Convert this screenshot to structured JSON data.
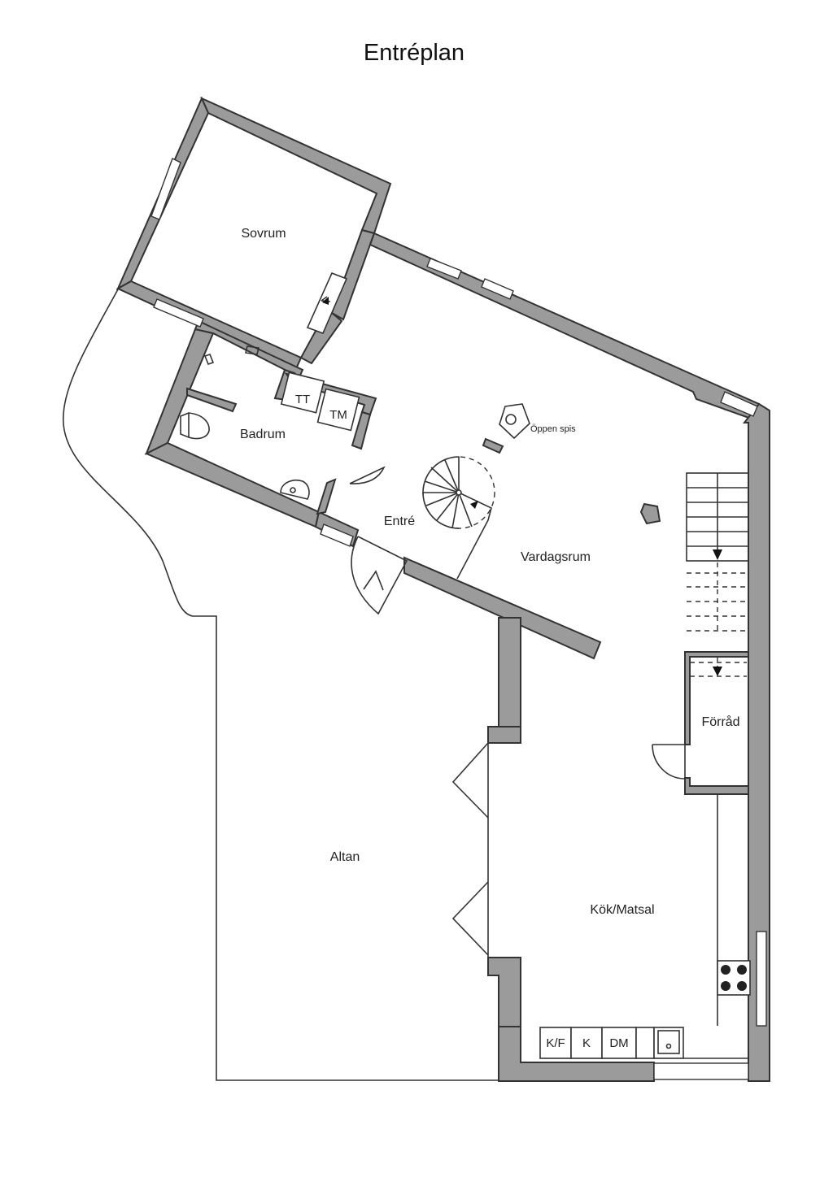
{
  "title": "Entréplan",
  "rooms": {
    "sovrum": "Sovrum",
    "badrum": "Badrum",
    "entre": "Entré",
    "vardagsrum": "Vardagsrum",
    "forrad": "Förråd",
    "altan": "Altan",
    "kok": "Kök/Matsal",
    "oppen_spis": "Öppen spis"
  },
  "appliances": {
    "tt": "TT",
    "tm": "TM",
    "kf": "K/F",
    "k": "K",
    "dm": "DM"
  },
  "colors": {
    "wall": "#9b9b9b",
    "line": "#333333",
    "background": "#ffffff"
  }
}
